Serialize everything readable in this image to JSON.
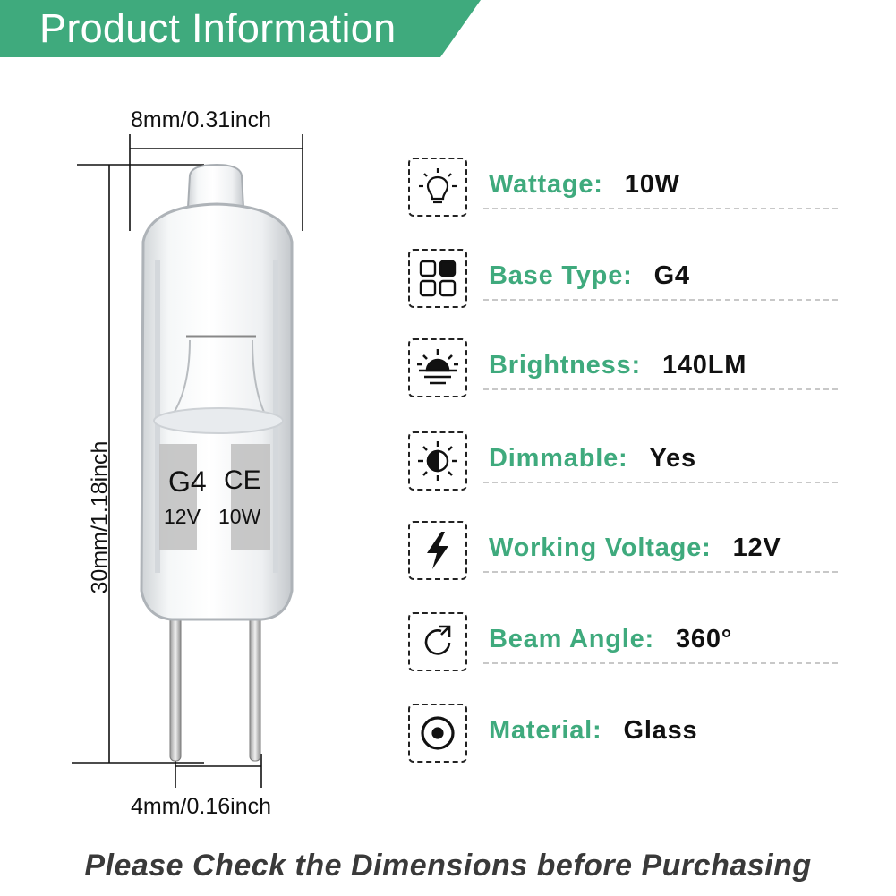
{
  "banner": {
    "title": "Product Information"
  },
  "dimensions": {
    "top_width": "8mm/0.31inch",
    "height": "30mm/1.18inch",
    "pin_spacing": "4mm/0.16inch"
  },
  "bulb_print": {
    "base": "G4",
    "mark": "CE",
    "voltage": "12V",
    "wattage": "10W"
  },
  "specs": [
    {
      "icon": "light-bulb-icon",
      "label": "Wattage:",
      "value": "10W"
    },
    {
      "icon": "grid-squares-icon",
      "label": "Base Type:",
      "value": "G4"
    },
    {
      "icon": "sunrise-icon",
      "label": "Brightness:",
      "value": "140LM"
    },
    {
      "icon": "dimmable-sun-icon",
      "label": "Dimmable:",
      "value": "Yes"
    },
    {
      "icon": "lightning-bolt-icon",
      "label": "Working Voltage:",
      "value": "12V"
    },
    {
      "icon": "rotate-arrow-icon",
      "label": "Beam Angle:",
      "value": "360°"
    },
    {
      "icon": "target-circle-icon",
      "label": "Material:",
      "value": "Glass"
    }
  ],
  "footer": {
    "text": "Please Check the Dimensions before Purchasing"
  },
  "colors": {
    "accent": "#3faa7d",
    "text": "#111111",
    "footer": "#3a3a3a"
  }
}
